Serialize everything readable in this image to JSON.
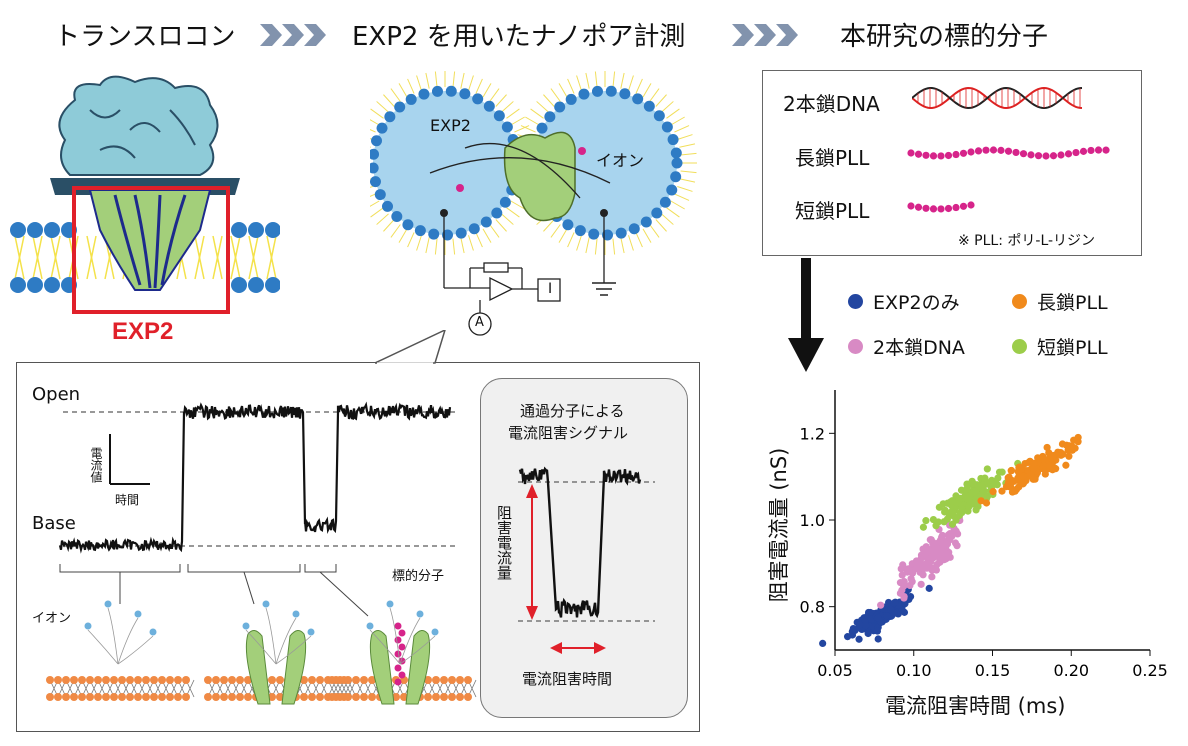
{
  "header": {
    "step1": "トランスロコン",
    "step2": "EXP2 を用いたナノポア計測",
    "step3": "本研究の標的分子"
  },
  "panel_left": {
    "protein_label": "EXP2"
  },
  "panel_middle": {
    "exp2_label": "EXP2",
    "ion_label": "イオン",
    "ammeter_label": "A",
    "current_label": "I"
  },
  "molecules_box": {
    "items": [
      "2本鎖DNA",
      "長鎖PLL",
      "短鎖PLL"
    ],
    "footnote": "※ PLL: ポリ-L-リジン"
  },
  "trace_panel": {
    "open_label": "Open",
    "base_label": "Base",
    "y_axis_label": "電流値",
    "x_axis_label": "時間",
    "ion_label": "イオン",
    "target_label": "標的分子"
  },
  "signal_inset": {
    "title_line1": "通過分子による",
    "title_line2": "電流阻害シグナル",
    "vertical_label": "阻害電流量",
    "horizontal_label": "電流阻害時間"
  },
  "legend": {
    "items": [
      {
        "label": "EXP2のみ",
        "color": "#2346a0"
      },
      {
        "label": "長鎖PLL",
        "color": "#f08a1c"
      },
      {
        "label": "2本鎖DNA",
        "color": "#d88ac4"
      },
      {
        "label": "短鎖PLL",
        "color": "#9ccd4a"
      }
    ]
  },
  "chart_data": {
    "type": "scatter",
    "xlabel": "電流阻害時間 (ms)",
    "ylabel": "阻害電流量 (nS)",
    "xlim": [
      0.05,
      0.25
    ],
    "ylim": [
      0.7,
      1.3
    ],
    "xticks": [
      "0.05",
      "0.10",
      "0.15",
      "0.20",
      "0.25"
    ],
    "yticks": [
      "0.8",
      "1.0",
      "1.2"
    ],
    "series": [
      {
        "name": "EXP2のみ",
        "color": "#2346a0",
        "center": [
          0.08,
          0.78
        ],
        "spread": [
          0.01,
          0.025
        ]
      },
      {
        "name": "2本鎖DNA",
        "color": "#d88ac4",
        "center": [
          0.11,
          0.91
        ],
        "spread": [
          0.012,
          0.045
        ]
      },
      {
        "name": "短鎖PLL",
        "color": "#9ccd4a",
        "center": [
          0.135,
          1.05
        ],
        "spread": [
          0.012,
          0.035
        ]
      },
      {
        "name": "長鎖PLL",
        "color": "#f08a1c",
        "center": [
          0.178,
          1.12
        ],
        "spread": [
          0.012,
          0.03
        ]
      }
    ]
  }
}
